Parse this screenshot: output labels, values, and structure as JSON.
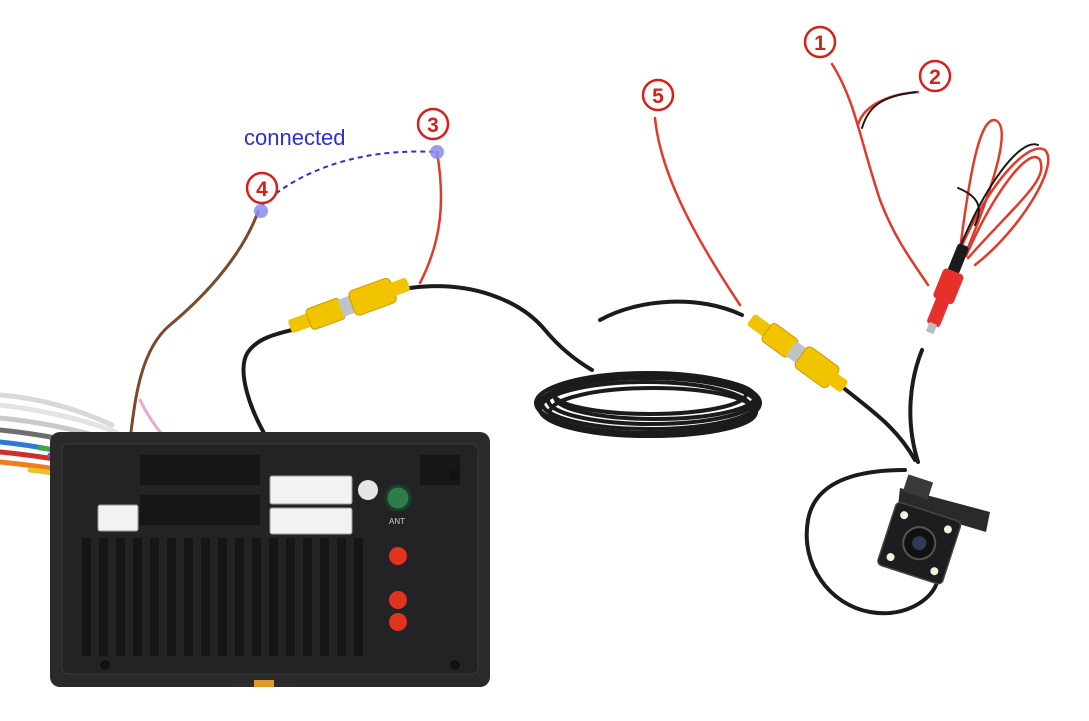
{
  "annotation": {
    "connected_text": "connected"
  },
  "callouts": [
    {
      "id": "callout-1",
      "label": "1"
    },
    {
      "id": "callout-2",
      "label": "2"
    },
    {
      "id": "callout-3",
      "label": "3"
    },
    {
      "id": "callout-4",
      "label": "4"
    },
    {
      "id": "callout-5",
      "label": "5"
    }
  ],
  "head_unit": {
    "port_label": "ANT"
  },
  "colors": {
    "callout_red": "#d8201a",
    "connected_blue": "#2b2fd8",
    "wire_red": "#e23a2a",
    "wire_brown": "#7a4a2c",
    "rca_yellow": "#f2c400",
    "cable_black": "#1b1b1b",
    "unit_body": "#2a2a2c"
  }
}
